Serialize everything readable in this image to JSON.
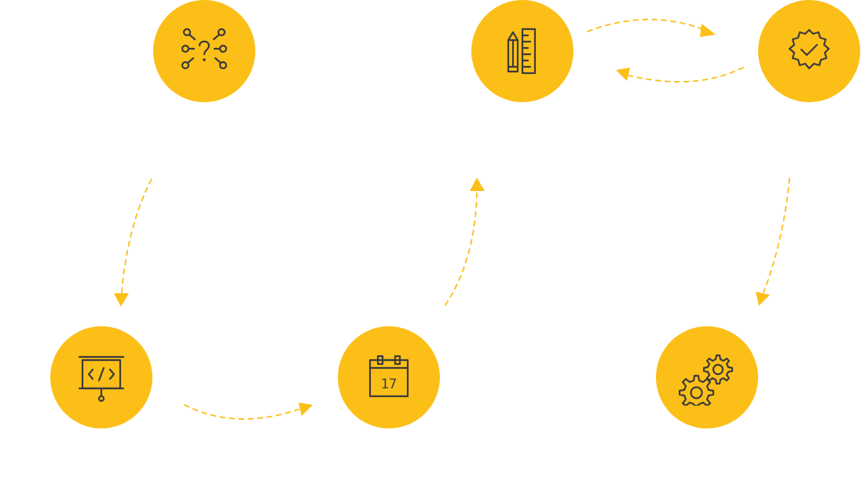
{
  "colors": {
    "circle": "#fbbf17",
    "icon": "#3b3b3b",
    "arrow": "#fbbf17"
  },
  "steps": [
    {
      "id": "discovery",
      "icon": "network-question-icon"
    },
    {
      "id": "design",
      "icon": "pencil-ruler-icon"
    },
    {
      "id": "approval",
      "icon": "verified-badge-icon"
    },
    {
      "id": "develop",
      "icon": "code-presentation-icon"
    },
    {
      "id": "schedule",
      "icon": "calendar-icon",
      "label": "17"
    },
    {
      "id": "deploy",
      "icon": "gears-icon"
    }
  ]
}
